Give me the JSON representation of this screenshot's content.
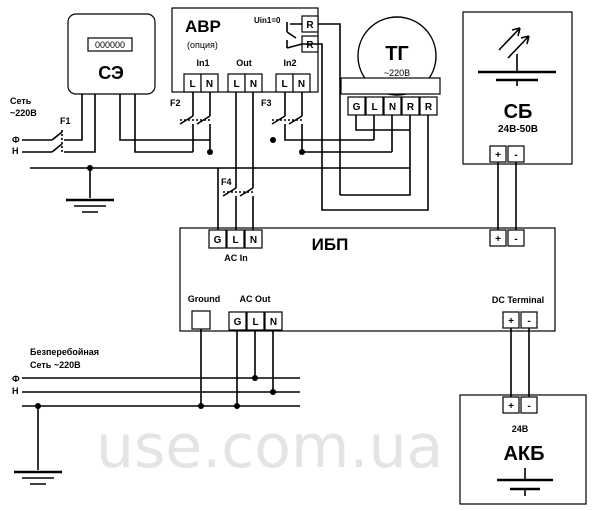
{
  "meter": {
    "label": "СЭ",
    "display": "000000"
  },
  "avr": {
    "title": "АВР",
    "subtitle": "(опция)",
    "relay_label": "Uin1=0",
    "relay_terms": [
      "R",
      "R"
    ],
    "in1": "In1",
    "out": "Out",
    "in2": "In2",
    "terms_in1": [
      "L",
      "N"
    ],
    "terms_out": [
      "L",
      "N"
    ],
    "terms_in2": [
      "L",
      "N"
    ]
  },
  "generator": {
    "label": "ТГ",
    "sub": "~220В",
    "terms": [
      "G",
      "L",
      "N",
      "R",
      "R"
    ]
  },
  "solar": {
    "label": "СБ",
    "sub": "24В-50В",
    "terms": [
      "+",
      "-"
    ]
  },
  "ups": {
    "label": "ИБП",
    "ac_in_label": "AC In",
    "ac_in_terms": [
      "G",
      "L",
      "N"
    ],
    "dc_in_terms": [
      "+",
      "-"
    ],
    "ground_label": "Ground",
    "ac_out_label": "AC Out",
    "ac_out_terms": [
      "G",
      "L",
      "N"
    ],
    "dc_label": "DC Terminal",
    "dc_terms": [
      "+",
      "-"
    ]
  },
  "battery": {
    "label": "АКБ",
    "sub": "24В",
    "terms": [
      "+",
      "-"
    ]
  },
  "grid": {
    "line1": "Сеть",
    "line2": "~220В",
    "phase": "Ф",
    "neutral": "Н"
  },
  "output_grid": {
    "line1": "Безперебойная",
    "line2": "Сеть ~220В",
    "phase": "Ф",
    "neutral": "Н"
  },
  "breakers": {
    "f1": "F1",
    "f2": "F2",
    "f3": "F3",
    "f4": "F4"
  },
  "watermark": "use.com.ua"
}
